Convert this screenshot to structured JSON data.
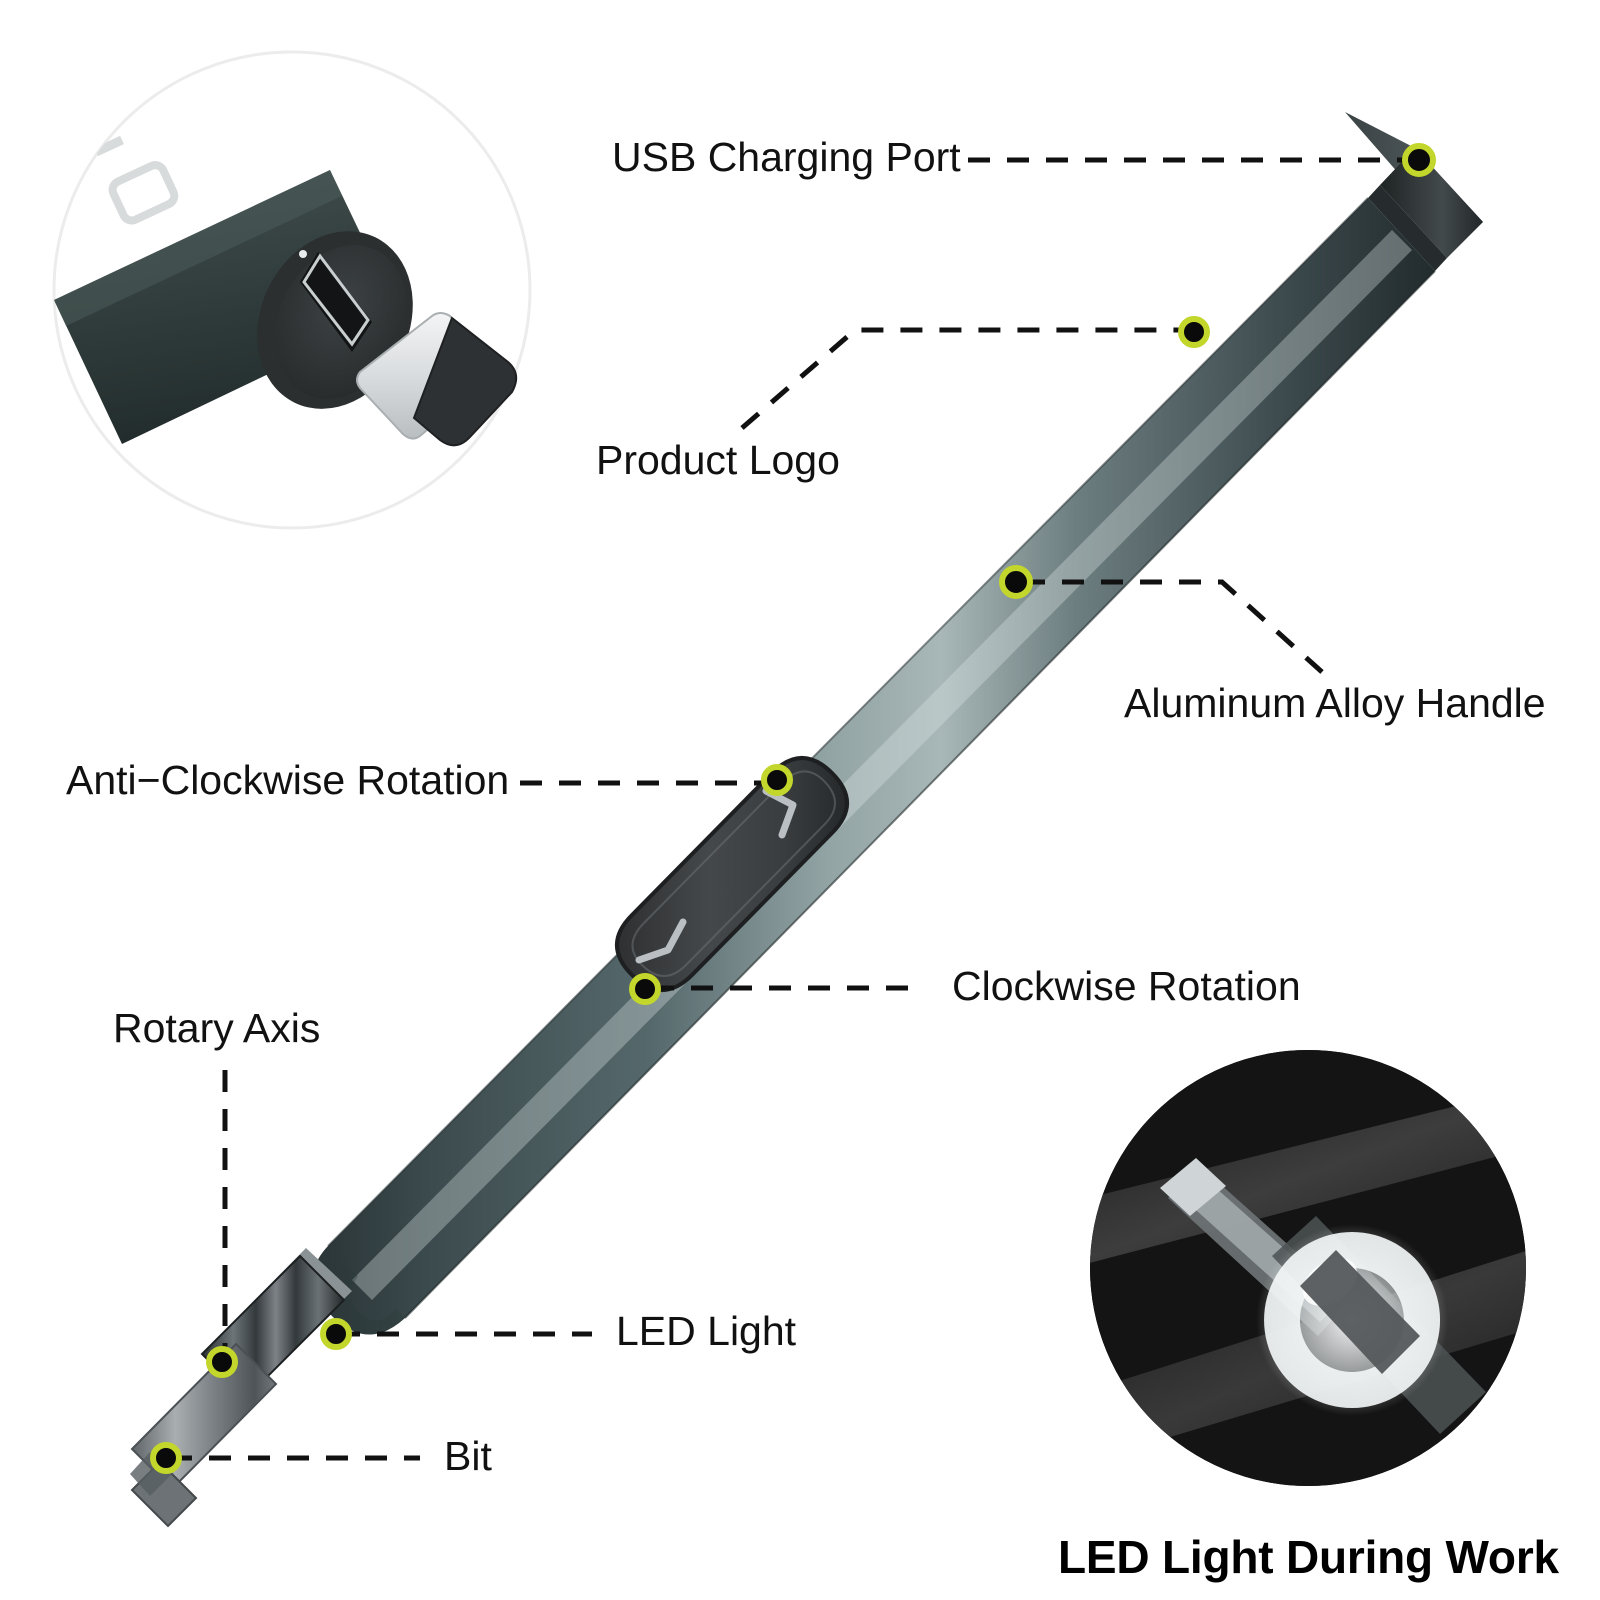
{
  "image": {
    "kind": "product-annotation-diagram",
    "subject": "Cordless electric precision screwdriver pen",
    "background_color": "#ffffff",
    "text_color": "#111111"
  },
  "callouts": [
    {
      "id": "usb-charging-port",
      "label": "USB Charging Port"
    },
    {
      "id": "product-logo",
      "label": "Product Logo"
    },
    {
      "id": "aluminum-alloy-handle",
      "label": "Aluminum Alloy Handle"
    },
    {
      "id": "anti-clockwise-rotation",
      "label": "Anti−Clockwise Rotation"
    },
    {
      "id": "clockwise-rotation",
      "label": "Clockwise Rotation"
    },
    {
      "id": "rotary-axis",
      "label": "Rotary Axis"
    },
    {
      "id": "led-light",
      "label": "LED Light"
    },
    {
      "id": "bit",
      "label": "Bit"
    }
  ],
  "insets": [
    {
      "id": "usb-port-inset",
      "position": "top-left",
      "caption": "",
      "contents": "Close-up of the pen tail cap showing the USB Type-C charging socket, part of the product logo, and a detached USB-C plug"
    },
    {
      "id": "led-inset",
      "position": "bottom-right",
      "caption": "LED Light During Work",
      "contents": "Dark close-up of the driver tip with the ring LED illuminated around the bit"
    }
  ],
  "device": {
    "body_label": "Aluminum alloy barrel",
    "rocker_switch": {
      "name": "rotation rocker switch",
      "upper_arrow": "chevron-up-icon",
      "lower_arrow": "chevron-down-icon"
    },
    "tail_cap": "dark end cap with USB-C port",
    "tip": "knurled rotary collar, LED ring and hex bit"
  },
  "colors": {
    "body_dark": "#3d4c4e",
    "body_mid": "#5d7073",
    "body_light": "#9fb0b1",
    "body_edge": "#2b3537",
    "cap_dark": "#2f3638",
    "switch": "#3a3c3e",
    "dot_fill": "#0a0a0a",
    "dot_ring": "#c3d62b",
    "leader_line": "#111111",
    "inset_dark": "#131313",
    "bit_steel": "#8d9396"
  },
  "marker_count": 8
}
